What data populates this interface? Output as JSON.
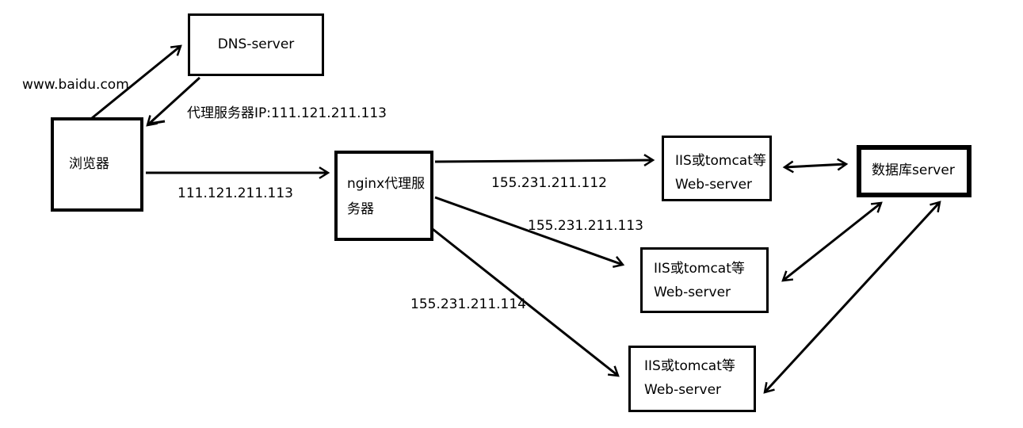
{
  "nodes": {
    "dns": {
      "label": "DNS-server"
    },
    "browser": {
      "label": "浏览器"
    },
    "nginx": {
      "label": "nginx代理服务器"
    },
    "web1": {
      "line1": "IIS或tomcat等",
      "line2": "Web-server"
    },
    "web2": {
      "line1": "IIS或tomcat等",
      "line2": "Web-server"
    },
    "web3": {
      "line1": "IIS或tomcat等",
      "line2": "Web-server"
    },
    "db": {
      "label": "数据库server"
    }
  },
  "edge_labels": {
    "browser_dns_request": "www.baidu.com",
    "dns_response": "代理服务器IP:111.121.211.113",
    "browser_to_nginx": "111.121.211.113",
    "nginx_to_web1": "155.231.211.112",
    "nginx_to_web2": "155.231.211.113",
    "nginx_to_web3": "155.231.211.114"
  },
  "colors": {
    "stroke": "#000000",
    "background": "#ffffff"
  }
}
